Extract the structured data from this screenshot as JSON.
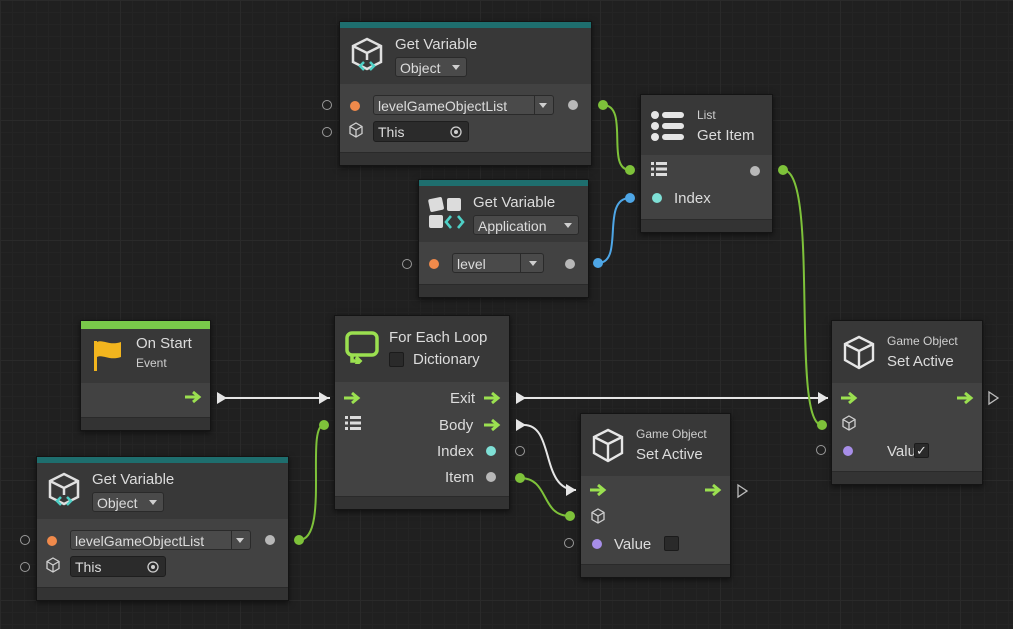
{
  "canvas": {
    "background": "#202020",
    "flow_color": "#e6e6e6",
    "object_color": "#7ec23a",
    "int_color": "#4ea6e6"
  },
  "nodes": {
    "get_var_top": {
      "title": "Get Variable",
      "kind": "Object",
      "name_value": "levelGameObjectList",
      "target_value": "This"
    },
    "list_get_item": {
      "subtitle": "List",
      "title": "Get Item",
      "index_label": "Index"
    },
    "get_var_app": {
      "title": "Get Variable",
      "kind": "Application",
      "name_value": "level"
    },
    "on_start": {
      "title": "On Start",
      "subtitle": "Event",
      "accent": "#79c84a"
    },
    "for_each": {
      "title": "For Each Loop",
      "dictionary_label": "Dictionary",
      "dictionary_checked": false,
      "exit_label": "Exit",
      "body_label": "Body",
      "index_label": "Index",
      "item_label": "Item"
    },
    "get_var_bottom": {
      "title": "Get Variable",
      "kind": "Object",
      "name_value": "levelGameObjectList",
      "target_value": "This"
    },
    "set_active_mid": {
      "subtitle": "Game Object",
      "title": "Set Active",
      "value_label": "Value",
      "value_checked": false,
      "check_mark": ""
    },
    "set_active_right": {
      "subtitle": "Game Object",
      "title": "Set Active",
      "value_label": "Value",
      "value_checked": true,
      "check_mark": "✓"
    }
  }
}
